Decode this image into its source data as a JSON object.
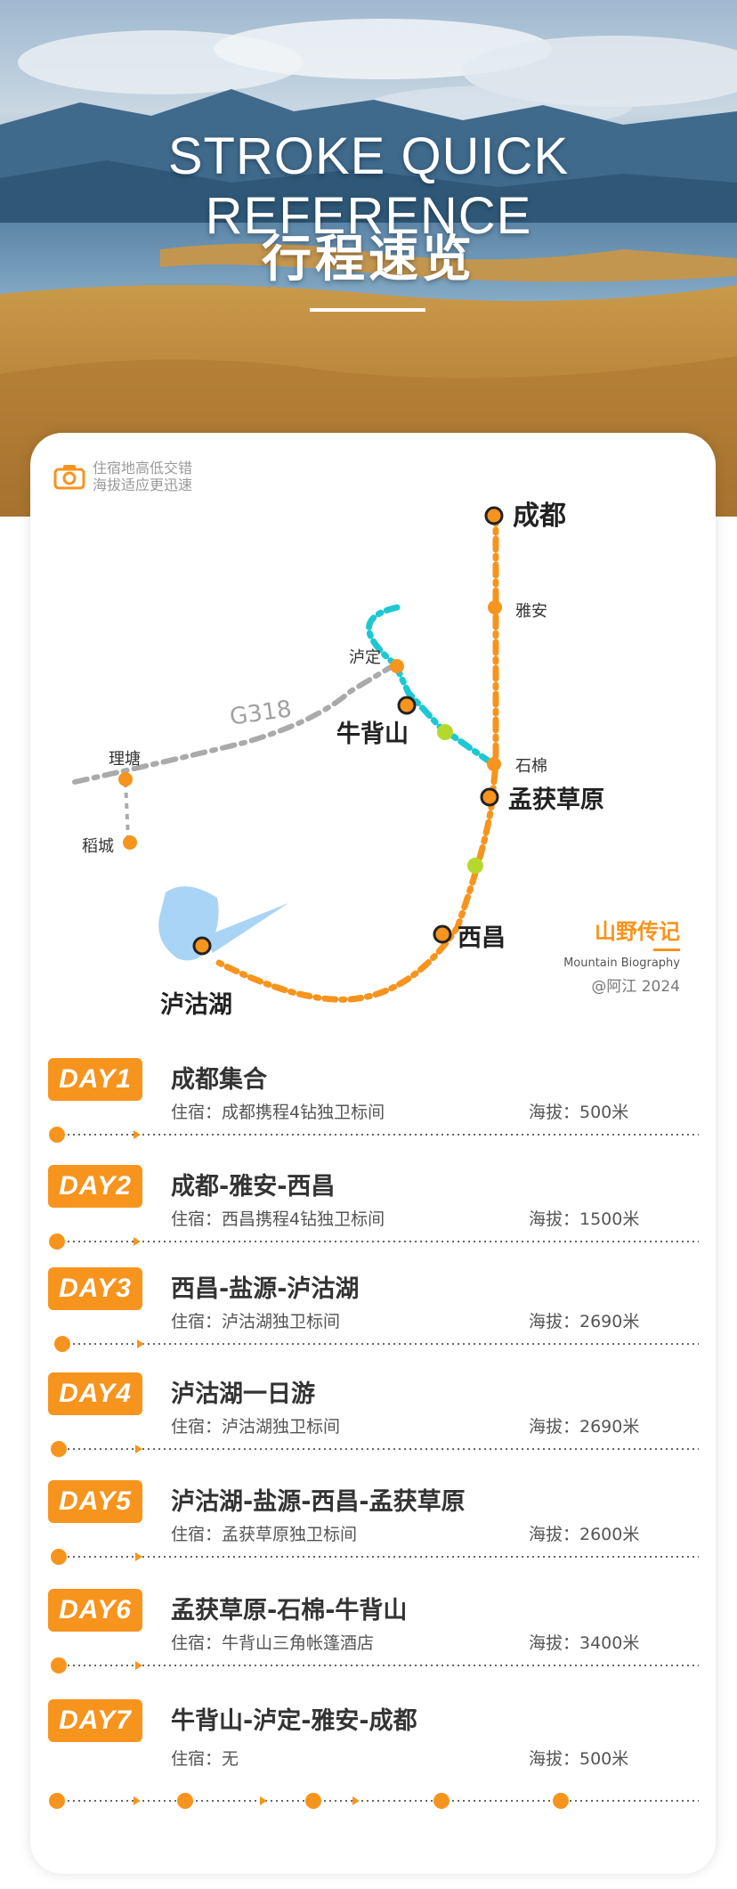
{
  "hero": {
    "title_en": "STROKE QUICK REFERENCE",
    "title_cn": "行程速览"
  },
  "note": {
    "icon": "camera-icon",
    "line1": "住宿地高低交错",
    "line2": "海拔适应更迅速"
  },
  "map": {
    "cities": {
      "chengdu": "成都",
      "yaan": "雅安",
      "luding": "泸定",
      "niubeishan": "牛背山",
      "shimian": "石棉",
      "menghuo": "孟获草原",
      "xichang": "西昌",
      "lugu": "泸沽湖",
      "litang": "理塘",
      "daocheng": "稻城"
    },
    "road": "G318"
  },
  "brand": {
    "name_cn": "山野传记",
    "name_en": "Mountain Biography",
    "credit": "@阿江 2024"
  },
  "colors": {
    "accent": "#f7941d",
    "teal": "#1ec8d2",
    "gray_route": "#aaaaaa",
    "lake": "#a9d4f5"
  },
  "days": [
    {
      "label": "DAY1",
      "title": "成都集合",
      "stay": "住宿：成都携程4钻独卫标间",
      "altitude": "海拔：500米"
    },
    {
      "label": "DAY2",
      "title": "成都-雅安-西昌",
      "stay": "住宿：西昌携程4钻独卫标间",
      "altitude": "海拔：1500米"
    },
    {
      "label": "DAY3",
      "title": "西昌-盐源-泸沽湖",
      "stay": "住宿：泸沽湖独卫标间",
      "altitude": "海拔：2690米"
    },
    {
      "label": "DAY4",
      "title": "泸沽湖一日游",
      "stay": "住宿：泸沽湖独卫标间",
      "altitude": "海拔：2690米"
    },
    {
      "label": "DAY5",
      "title": "泸沽湖-盐源-西昌-孟获草原",
      "stay": "住宿：孟获草原独卫标间",
      "altitude": "海拔：2600米"
    },
    {
      "label": "DAY6",
      "title": "孟获草原-石棉-牛背山",
      "stay": "住宿：牛背山三角帐篷酒店",
      "altitude": "海拔：3400米"
    },
    {
      "label": "DAY7",
      "title": "牛背山-泸定-雅安-成都",
      "stay": "住宿：无",
      "altitude": "海拔：500米"
    }
  ]
}
